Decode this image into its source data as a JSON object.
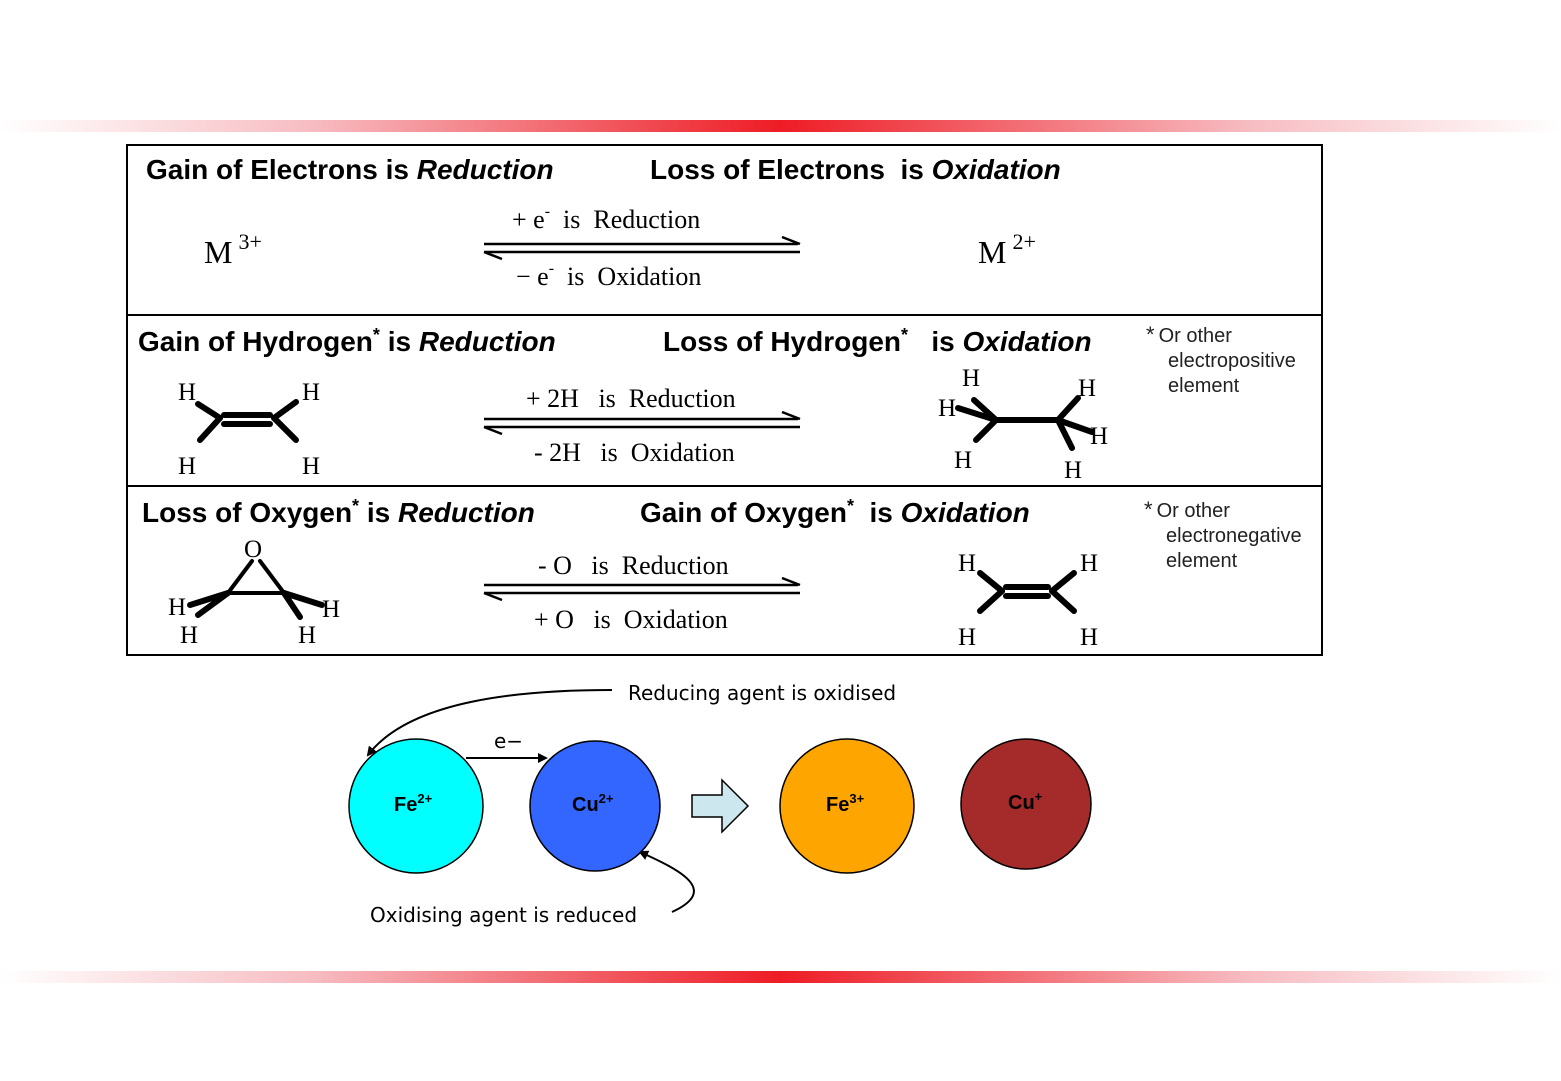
{
  "box1": {
    "gain_lead": "Gain of Electrons is ",
    "gain_term": "Reduction",
    "loss_lead": "Loss of Electrons  is ",
    "loss_term": "Oxidation",
    "left_species": "M",
    "left_charge": "3+",
    "right_species": "M",
    "right_charge": "2+",
    "forward_label": "+ e",
    "forward_sup": "-",
    "forward_suffix": "  is  Reduction",
    "reverse_label": "− e",
    "reverse_sup": "-",
    "reverse_suffix": "  is  Oxidation"
  },
  "box2": {
    "gain_lead": "Gain of Hydrogen",
    "gain_star": "*",
    "gain_mid": " is ",
    "gain_term": "Reduction",
    "loss_lead": "Loss of Hydrogen",
    "loss_star": "*",
    "loss_mid": "   is ",
    "loss_term": "Oxidation",
    "forward_label": "+ 2H   is  Reduction",
    "reverse_label": "- 2H   is  Oxidation",
    "note_star": "*",
    "note_lines": [
      "Or other",
      "electropositive",
      "element"
    ],
    "atom_h": "H"
  },
  "box3": {
    "loss_lead": "Loss of Oxygen",
    "loss_star": "*",
    "loss_mid": " is ",
    "loss_term": "Reduction",
    "gain_lead": "Gain of Oxygen",
    "gain_star": "*",
    "gain_mid": "  is ",
    "gain_term": "Oxidation",
    "forward_label": "- O   is  Reduction",
    "reverse_label": "+ O   is  Oxidation",
    "note_star": "*",
    "note_lines": [
      "Or other",
      "electronegative",
      "element"
    ],
    "atom_h": "H",
    "atom_o": "O"
  },
  "redox": {
    "reducing_label": "Reducing agent is oxidised",
    "oxidising_label": "Oxidising agent is reduced",
    "electron_label": "e−",
    "ions": [
      {
        "symbol": "Fe",
        "charge": "2+",
        "color": "#00ffff"
      },
      {
        "symbol": "Cu",
        "charge": "2+",
        "color": "#3366ff"
      },
      {
        "symbol": "Fe",
        "charge": "3+",
        "color": "#ffa500"
      },
      {
        "symbol": "Cu",
        "charge": "+",
        "color": "#a52a2a"
      }
    ],
    "transform_arrow_color": "#cce8ee"
  }
}
